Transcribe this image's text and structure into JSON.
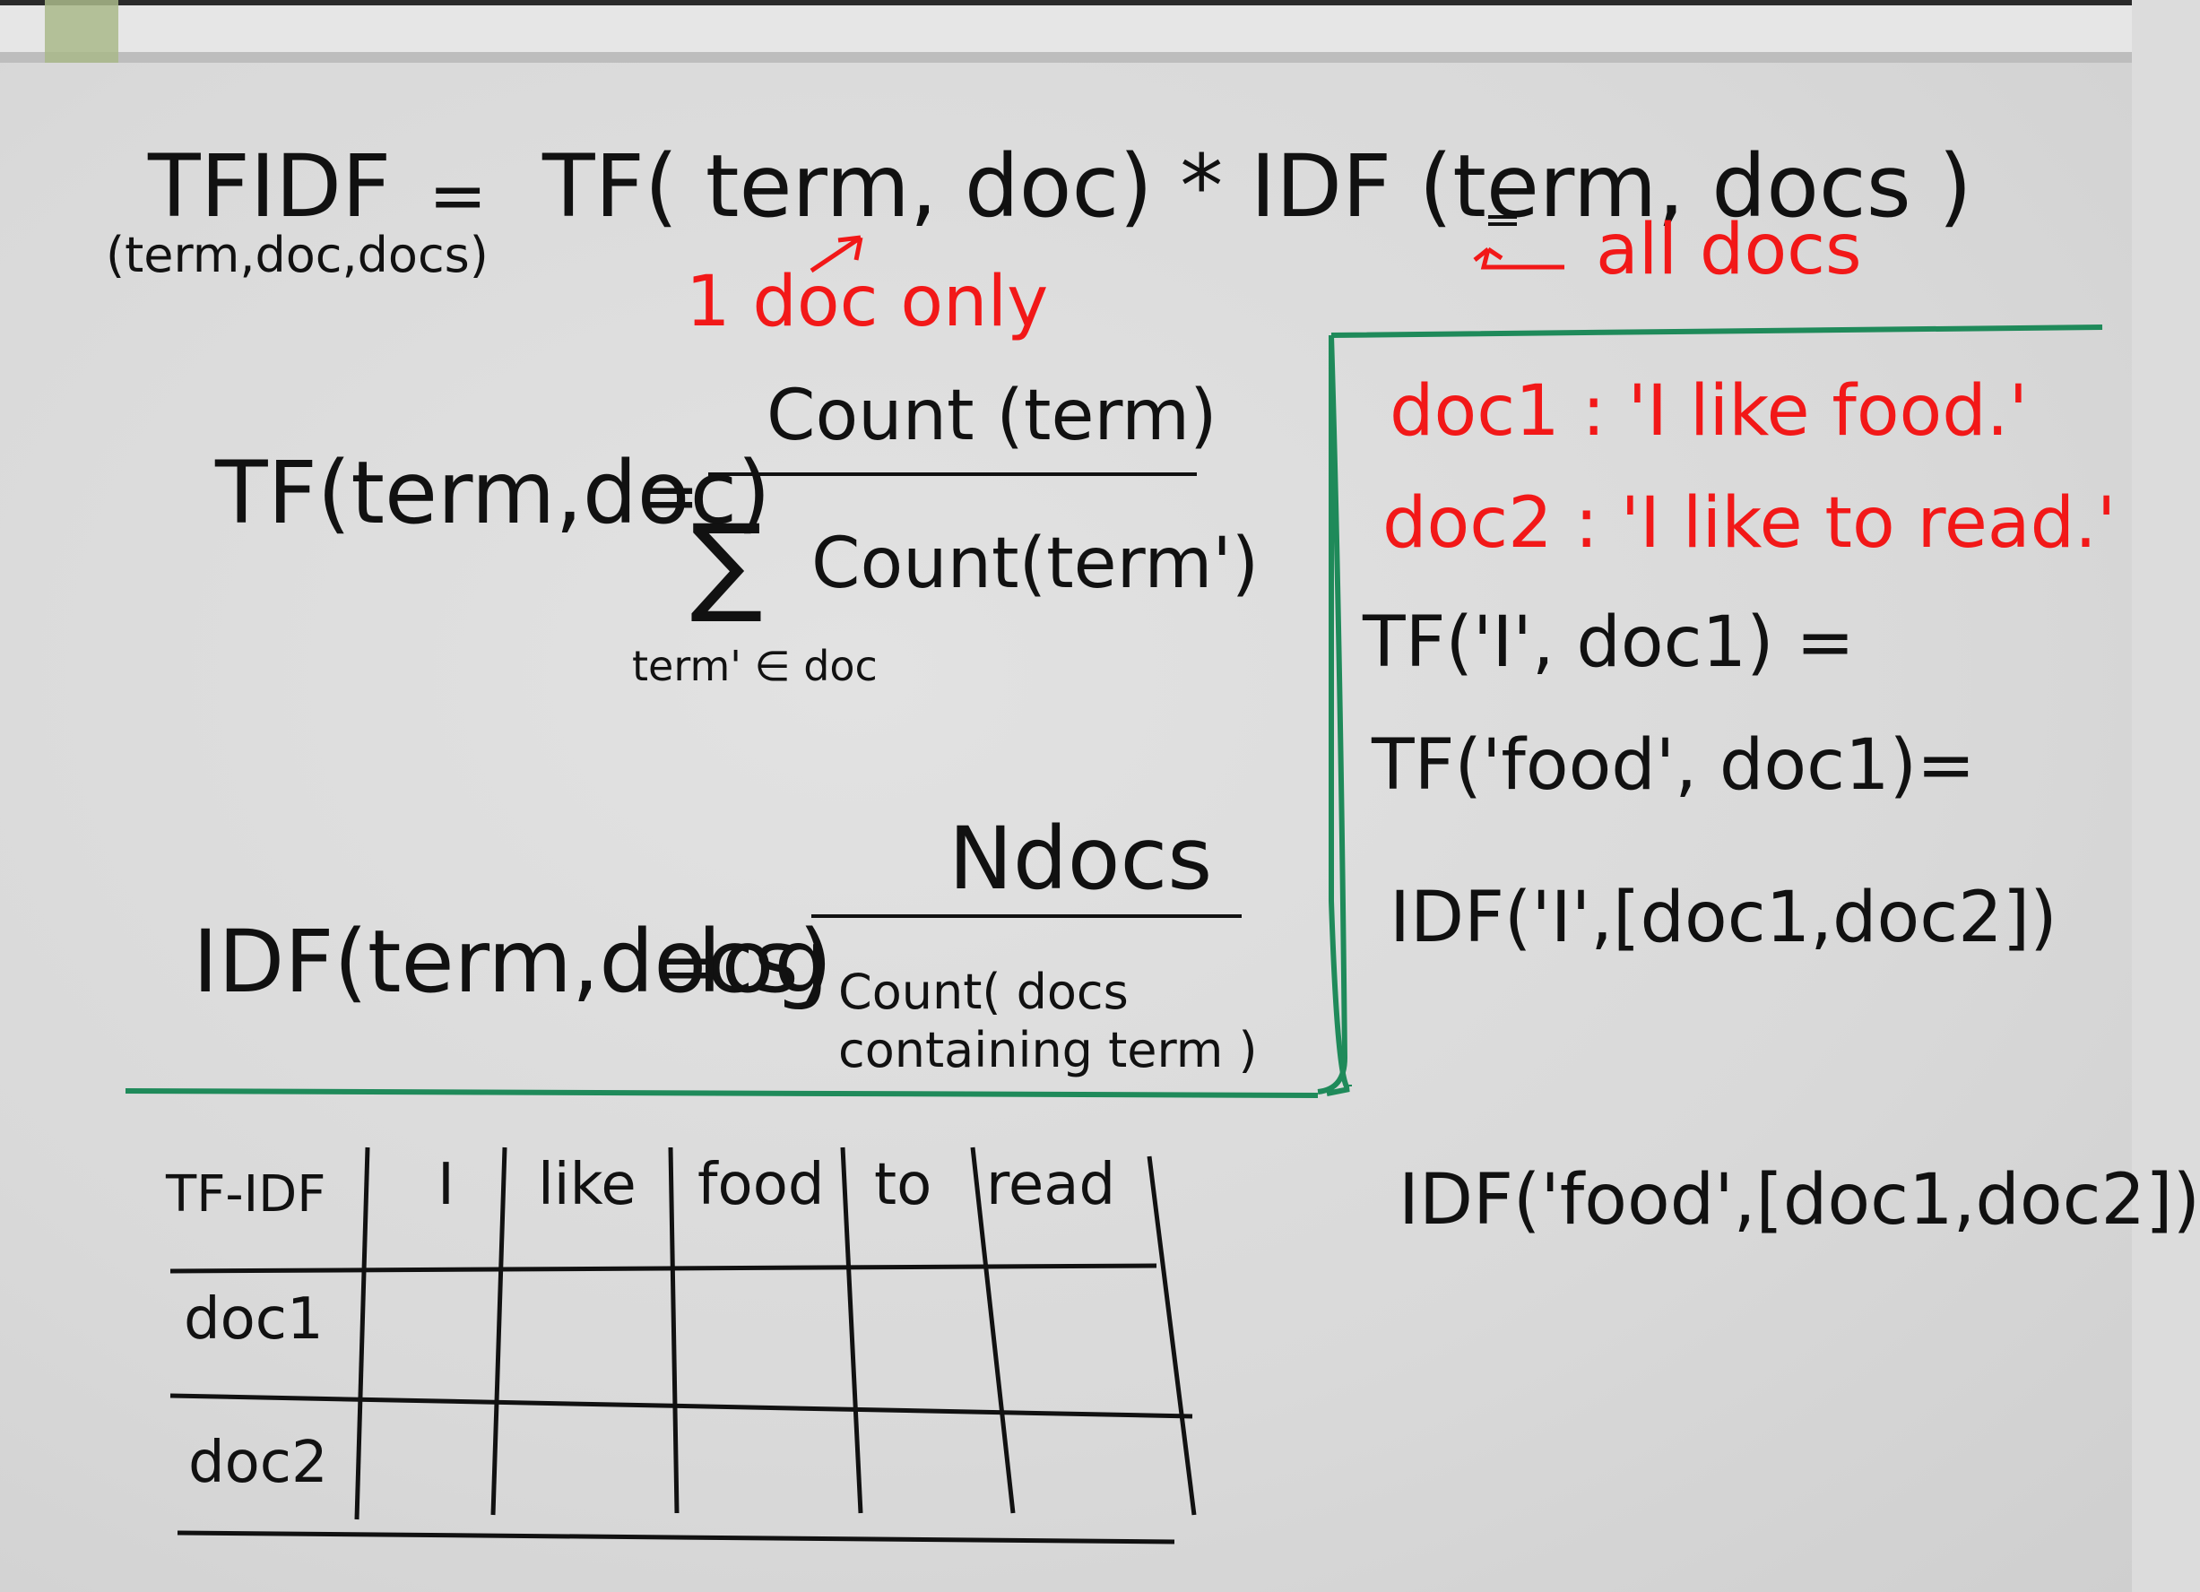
{
  "formula": {
    "lhs": "TFIDF",
    "lhs_args": "(term,doc,docs)",
    "eq": "=",
    "rhs": "TF( term, doc) * IDF (term, docs )",
    "note_doc": "1 doc only",
    "note_docs": "all docs"
  },
  "tf": {
    "lhs": "TF(term,doc)",
    "eq": "=",
    "numerator": "Count (term)",
    "sigma": "∑",
    "denominator": "Count(term')",
    "subscript": "term' ∈ doc"
  },
  "idf": {
    "lhs": "IDF(term,docs)",
    "eq": "=",
    "log": "log",
    "numerator": "Ndocs",
    "denominator": "Count( docs containing term )"
  },
  "example": {
    "doc1": "doc1 : 'I like food.'",
    "doc2": "doc2 : 'I like to read.'",
    "tf_i": "TF('I', doc1) =",
    "tf_food": "TF('food', doc1)=",
    "idf_i": "IDF('I',[doc1,doc2])",
    "idf_food": "IDF('food',[doc1,doc2])"
  },
  "table": {
    "corner": "TF-IDF",
    "columns": [
      "I",
      "like",
      "food",
      "to",
      "read"
    ],
    "rows": [
      "doc1",
      "doc2"
    ]
  },
  "colors": {
    "ink_black": "#111111",
    "ink_red": "#f21818",
    "ink_green": "#1f8a5a",
    "board": "#dcdcdc"
  }
}
